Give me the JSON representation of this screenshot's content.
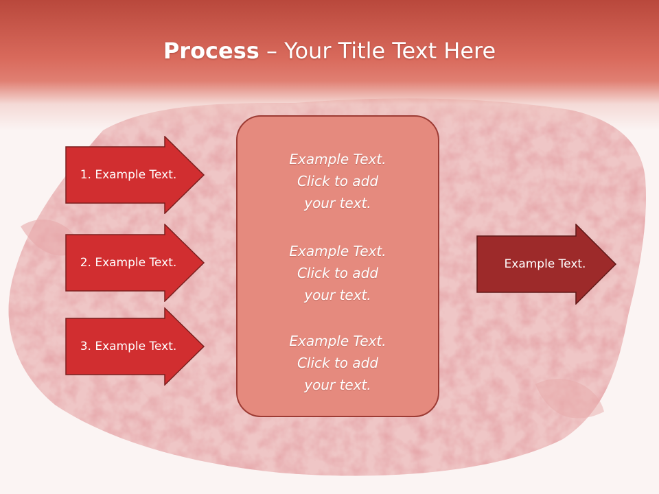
{
  "slide": {
    "title_bold": "Process",
    "title_rest": " – Your Title Text Here"
  },
  "left_arrows": [
    {
      "label": "1. Example Text."
    },
    {
      "label": "2. Example Text."
    },
    {
      "label": "3. Example Text."
    }
  ],
  "center_box": {
    "paragraphs": [
      {
        "line1": "Example Text.",
        "line2": "Click  to add",
        "line3": "your text."
      },
      {
        "line1": "Example Text.",
        "line2": "Click  to add",
        "line3": "your text."
      },
      {
        "line1": "Example Text.",
        "line2": "Click  to add",
        "line3": "your text."
      }
    ]
  },
  "right_arrow": {
    "label": "Example Text."
  },
  "colors": {
    "title_bar": "#c95548",
    "left_arrow_fill": "#d12e30",
    "right_arrow_fill": "#9d2a2a",
    "center_box_fill": "#e58a7e",
    "border": "#8c2a26"
  },
  "background_image": "ground-meat-photo"
}
